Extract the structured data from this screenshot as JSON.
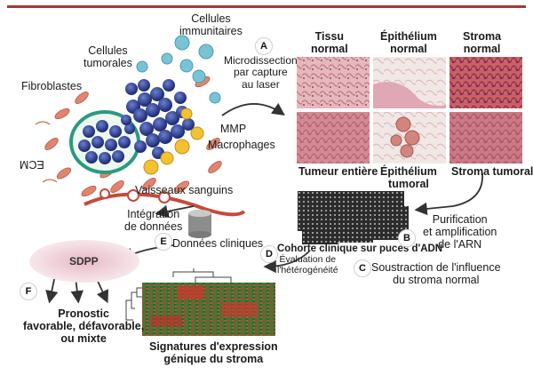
{
  "labels": {
    "cellules_immunitaires": "Cellules\nimmunitaires",
    "cellules_tumorales": "Cellules\ntumorales",
    "fibroblastes": "Fibroblastes",
    "microdissection": "Microdissection\npar capture\nau laser",
    "mmp": "MMP",
    "macrophages": "Macrophages",
    "ecm": "ECM",
    "vaisseaux": "Vaisseaux sanguins",
    "integration": "Intégration\nde données",
    "donnees_cliniques": "Données cliniques",
    "sdpp": "SDPP",
    "pronostic": "Pronostic\nfavorable, défavorable,\nou mixte",
    "signatures": "Signatures d'expression\ngénique du stroma",
    "evaluation": "Évaluation de\nl'hétérogénéité",
    "cohorte": "Cohorte clinique sur puces d'ADN",
    "purification": "Purification\net amplification\nde l'ARN",
    "soustraction": "Soustraction de l'influence\ndu stroma normal"
  },
  "tissues": {
    "tissu_normal": "Tissu\nnormal",
    "epithelium_normal": "Épithélium\nnormal",
    "stroma_normal": "Stroma\nnormal",
    "tumeur_entiere": "Tumeur entière",
    "epithelium_tumoral": "Épithélium\ntumoral",
    "stroma_tumoral": "Stroma tumoral"
  },
  "letters": {
    "a": "A",
    "b": "B",
    "c": "C",
    "d": "D",
    "e": "E",
    "f": "F"
  },
  "colors": {
    "title_bar": "#a23a38",
    "tumor_cells": "#2d3f8f",
    "fibroblast": "#e2856e",
    "immune_cells": "#78c4d6",
    "macrophage": "#f2c230",
    "sdpp_blob": "#f3d6dc",
    "tissue_pink": "#d9a3a8"
  }
}
